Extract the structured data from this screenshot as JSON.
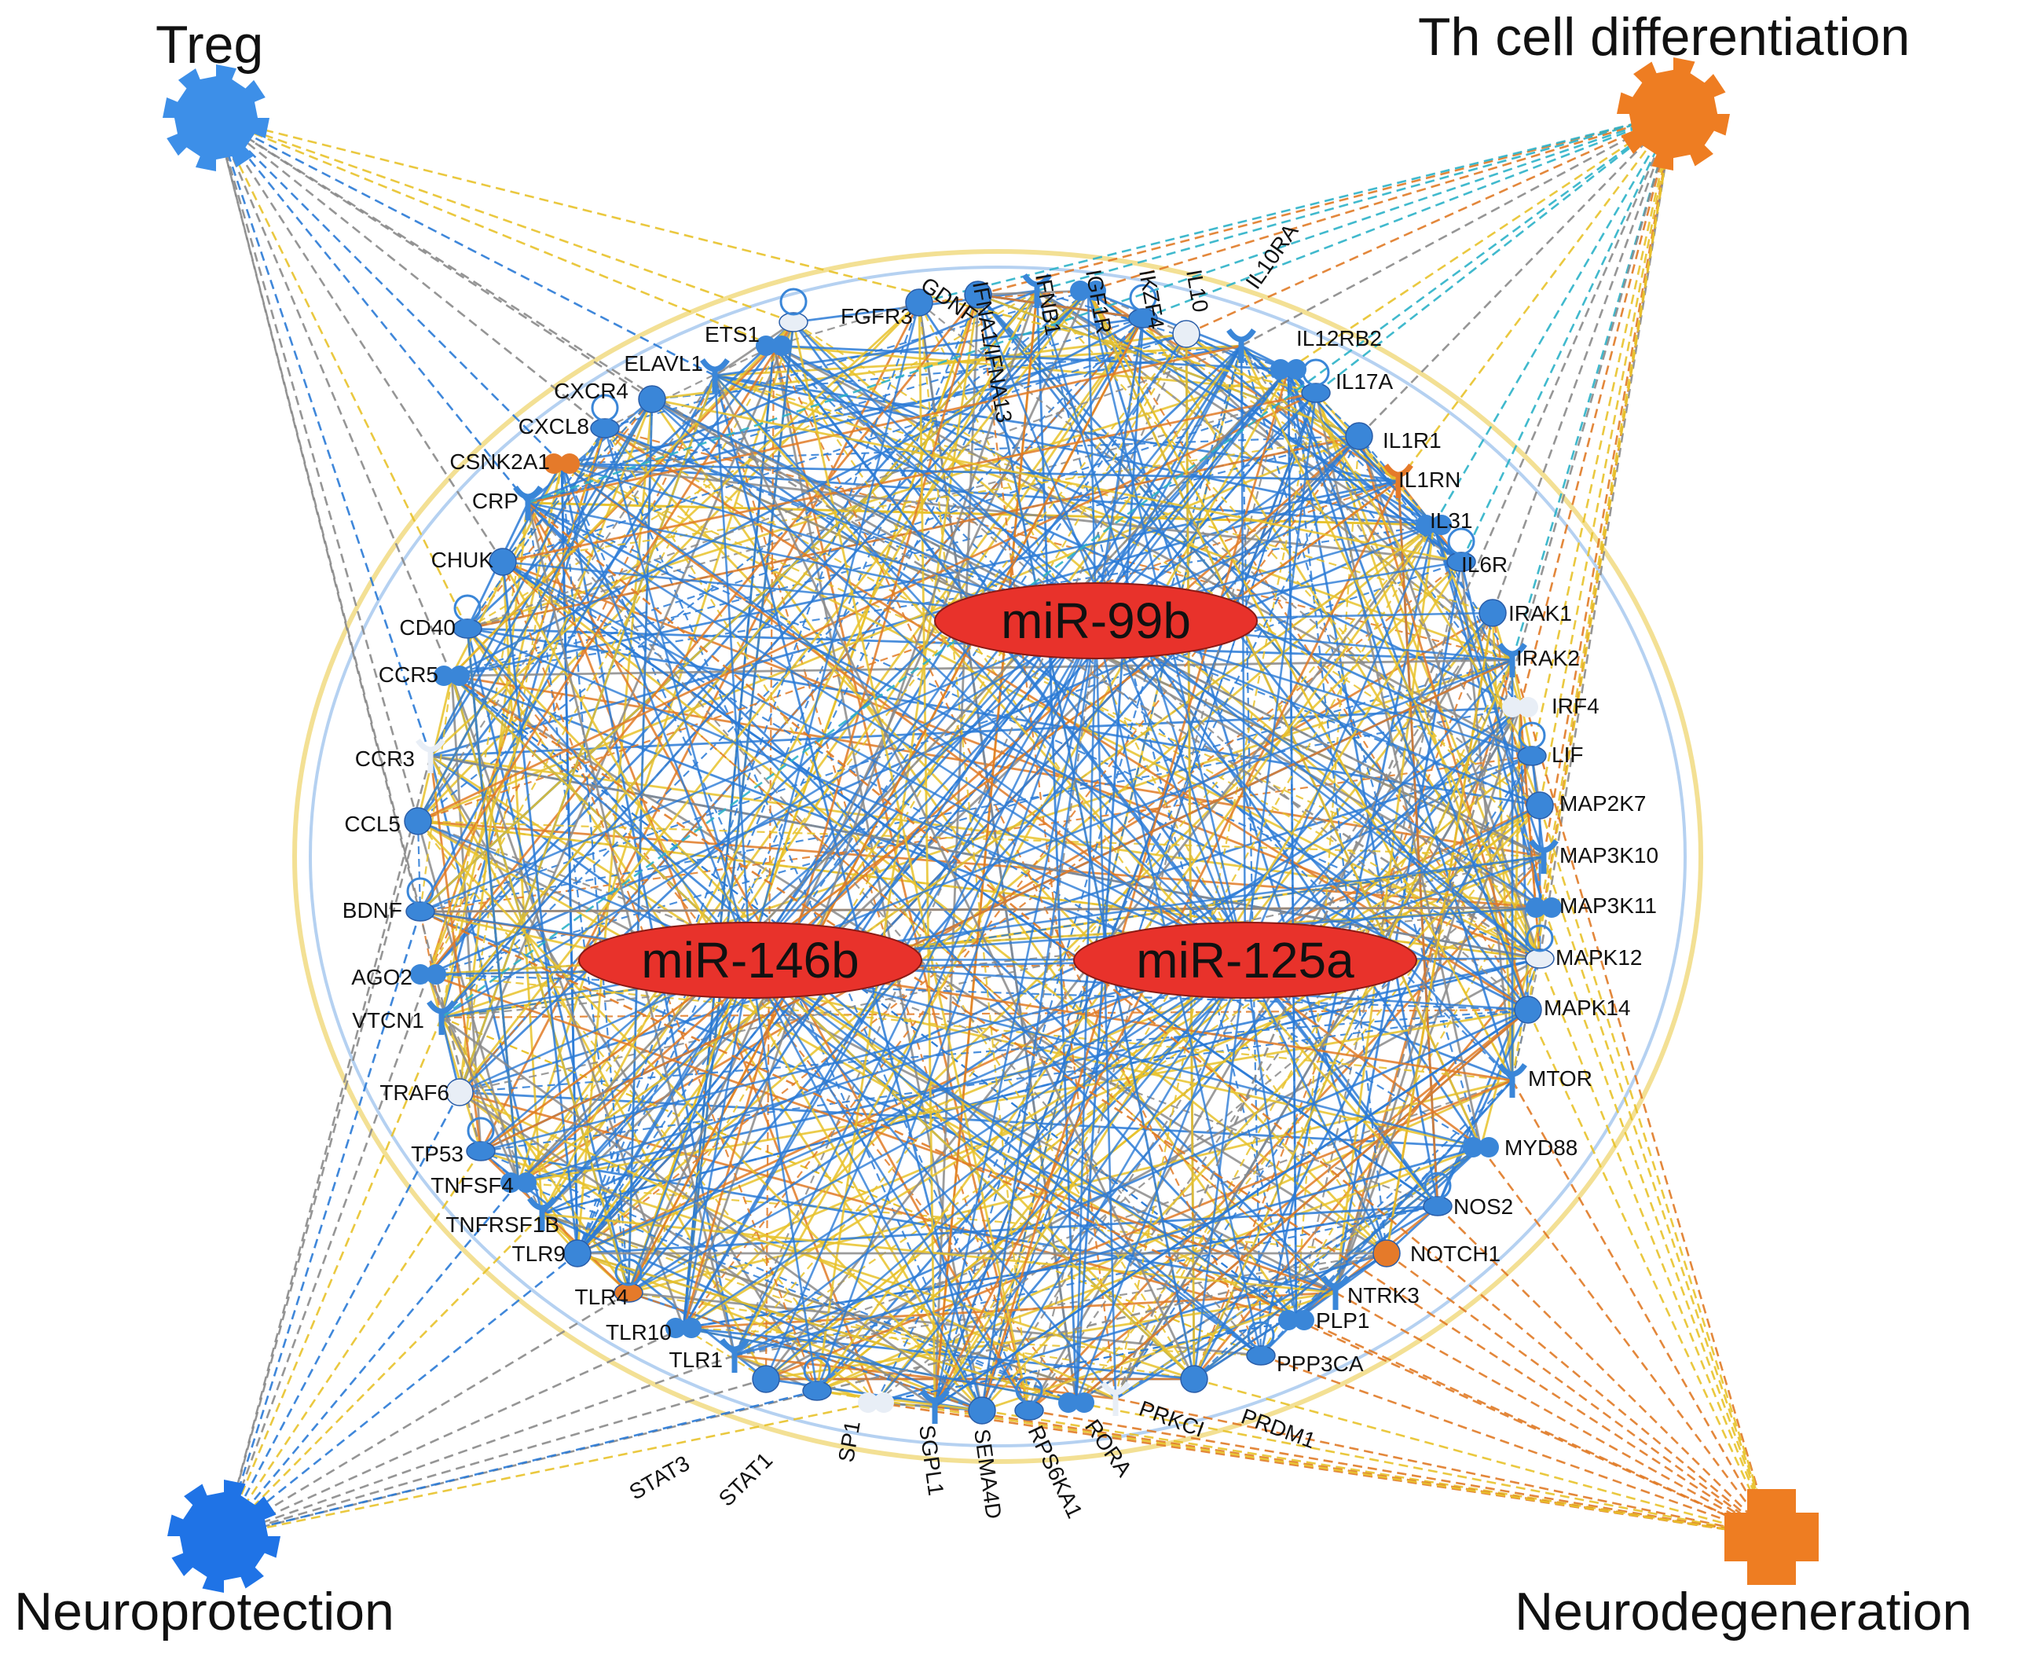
{
  "corners": {
    "treg": {
      "label": "Treg",
      "shape": "gear",
      "color": "#3d8fe8"
    },
    "th": {
      "label": "Th cell differentiation",
      "shape": "gear",
      "color": "#ee7d22"
    },
    "neuroprotection": {
      "label": "Neuroprotection",
      "shape": "gear",
      "color": "#1f73e6"
    },
    "neurodegeneration": {
      "label": "Neurodegeneration",
      "shape": "cross",
      "color": "#ee7d22"
    }
  },
  "mirnas": [
    "miR-99b",
    "miR-146b",
    "miR-125a"
  ],
  "mirna_color": "#e8322b",
  "genes": [
    "IFNA1/IFNA13",
    "IFNB1",
    "IGF1R",
    "IKZF4",
    "IL10",
    "IL10RA",
    "IL12RB2",
    "IL17A",
    "IL1R1",
    "IL1RN",
    "IL31",
    "IL6R",
    "IRAK1",
    "IRAK2",
    "IRF4",
    "LIF",
    "MAP2K7",
    "MAP3K10",
    "MAP3K11",
    "MAPK12",
    "MAPK14",
    "MTOR",
    "MYD88",
    "NOS2",
    "NOTCH1",
    "NTRK3",
    "PLP1",
    "PPP3CA",
    "PRDM1",
    "PRKCI",
    "RORA",
    "RPS6KA1",
    "SEMA4D",
    "SGPL1",
    "SP1",
    "STAT1",
    "STAT3",
    "TLR1",
    "TLR10",
    "TLR4",
    "TLR9",
    "TNFRSF1B",
    "TNFSF4",
    "TP53",
    "TRAF6",
    "VTCN1",
    "AGO2",
    "BDNF",
    "CCL5",
    "CCR3",
    "CCR5",
    "CD40",
    "CHUK",
    "CRP",
    "CSNK2A1",
    "CXCL8",
    "CXCR4",
    "ELAVL1",
    "ETS1",
    "FGFR3",
    "GDNF"
  ],
  "colors": {
    "blue_edge": "#2a7ad6",
    "orange_edge": "#e07a26",
    "yellow_edge": "#e8c22a",
    "gray_edge": "#8a8a8a",
    "node_blue": "#3a86d8",
    "node_light": "#e8eef6",
    "node_orange": "#e57a2a"
  }
}
